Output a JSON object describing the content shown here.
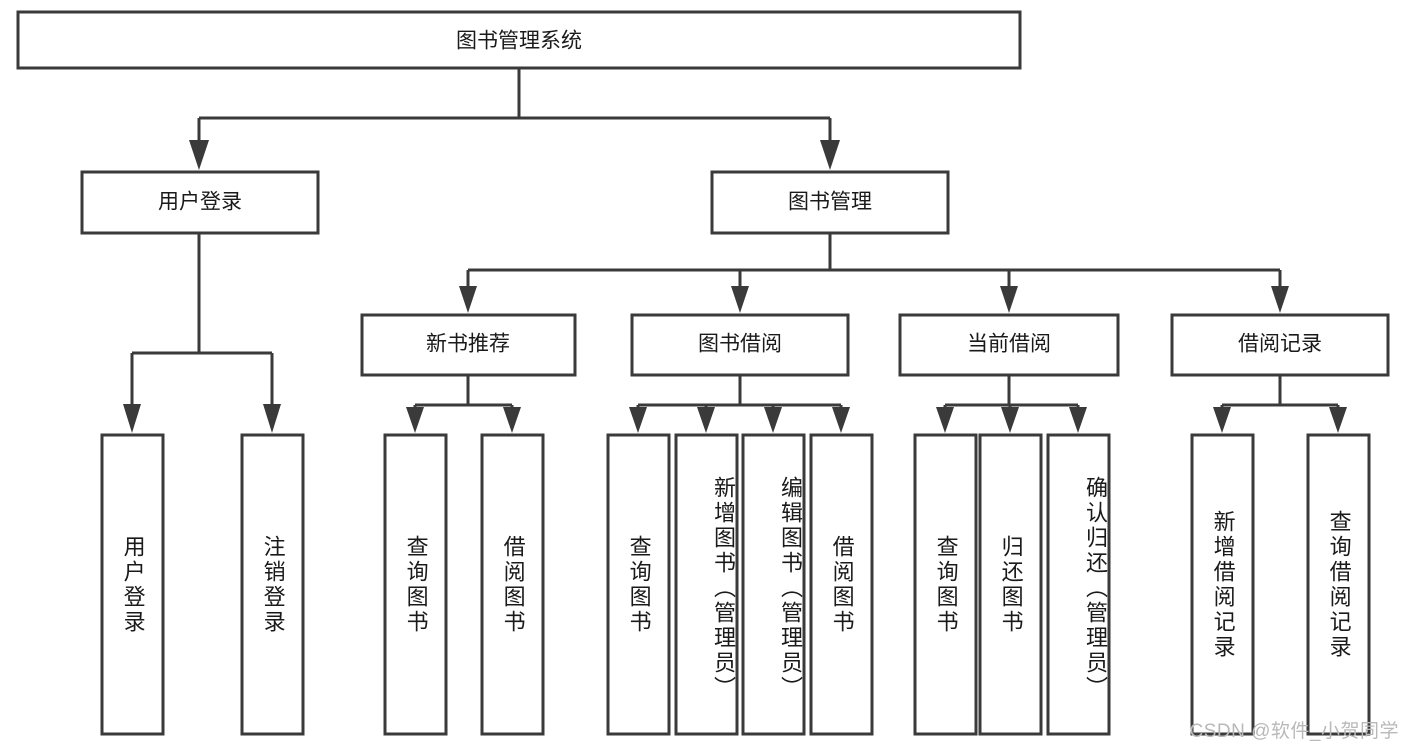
{
  "diagram": {
    "type": "tree",
    "title": "图书管理系统",
    "root": {
      "id": "root",
      "label": "图书管理系统",
      "orientation": "horizontal"
    },
    "level1": [
      {
        "id": "user-login",
        "label": "用户登录",
        "orientation": "horizontal"
      },
      {
        "id": "book-management",
        "label": "图书管理",
        "orientation": "horizontal"
      }
    ],
    "level2": [
      {
        "id": "new-book-recommend",
        "label": "新书推荐",
        "orientation": "horizontal",
        "parent": "book-management"
      },
      {
        "id": "book-borrow",
        "label": "图书借阅",
        "orientation": "horizontal",
        "parent": "book-management"
      },
      {
        "id": "current-borrow",
        "label": "当前借阅",
        "orientation": "horizontal",
        "parent": "book-management"
      },
      {
        "id": "borrow-record",
        "label": "借阅记录",
        "orientation": "horizontal",
        "parent": "book-management"
      }
    ],
    "leaves": [
      {
        "id": "leaf-user-login",
        "label": "用户登录",
        "parent": "user-login",
        "orientation": "vertical"
      },
      {
        "id": "leaf-logout",
        "label": "注销登录",
        "parent": "user-login",
        "orientation": "vertical"
      },
      {
        "id": "leaf-query-book-1",
        "label": "查询图书",
        "parent": "new-book-recommend",
        "orientation": "vertical"
      },
      {
        "id": "leaf-borrow-book-1",
        "label": "借阅图书",
        "parent": "new-book-recommend",
        "orientation": "vertical"
      },
      {
        "id": "leaf-query-book-2",
        "label": "查询图书",
        "parent": "book-borrow",
        "orientation": "vertical"
      },
      {
        "id": "leaf-add-book",
        "label": "新增图书（管理员）",
        "parent": "book-borrow",
        "orientation": "vertical"
      },
      {
        "id": "leaf-edit-book",
        "label": "编辑图书（管理员）",
        "parent": "book-borrow",
        "orientation": "vertical"
      },
      {
        "id": "leaf-borrow-book-2",
        "label": "借阅图书",
        "parent": "book-borrow",
        "orientation": "vertical"
      },
      {
        "id": "leaf-query-book-3",
        "label": "查询图书",
        "parent": "current-borrow",
        "orientation": "vertical"
      },
      {
        "id": "leaf-return-book",
        "label": "归还图书",
        "parent": "current-borrow",
        "orientation": "vertical"
      },
      {
        "id": "leaf-confirm-return",
        "label": "确认归还（管理员）",
        "parent": "current-borrow",
        "orientation": "vertical"
      },
      {
        "id": "leaf-add-borrow-record",
        "label": "新增借阅记录",
        "parent": "borrow-record",
        "orientation": "vertical"
      },
      {
        "id": "leaf-query-borrow-record",
        "label": "查询借阅记录",
        "parent": "borrow-record",
        "orientation": "vertical"
      }
    ]
  },
  "watermark": {
    "text": "CSDN @软件_小贺同学"
  },
  "colors": {
    "stroke": "#3a3a3a",
    "fill": "#ffffff",
    "text": "#1a1a1a",
    "watermark": "#b9b9b9",
    "background": "#ffffff"
  }
}
